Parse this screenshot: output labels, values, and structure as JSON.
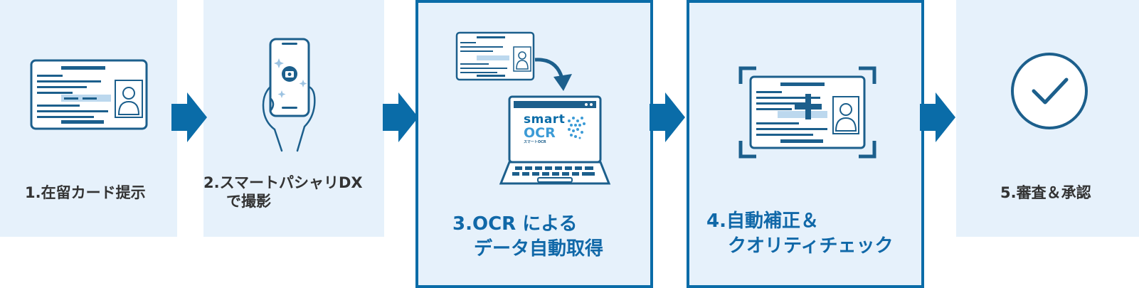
{
  "steps": [
    {
      "label": "1.在留カード提示"
    },
    {
      "label_line1": "2.スマートパシャリDX",
      "label_line2": "で撮影"
    },
    {
      "label_line1": "3.OCR による",
      "label_line2": "データ自動取得"
    },
    {
      "label_line1": "4.自動補正＆",
      "label_line2": "クオリティチェック"
    },
    {
      "label": "5.審査＆承認"
    }
  ],
  "laptop_logo": {
    "line1": "smart",
    "line2": "OCR",
    "subtext": "スマートOCR"
  },
  "colors": {
    "primary": "#0a6ca8",
    "panel_bg": "#e6f1fb",
    "label_text": "#333333",
    "highlight_text": "#1068a8"
  }
}
